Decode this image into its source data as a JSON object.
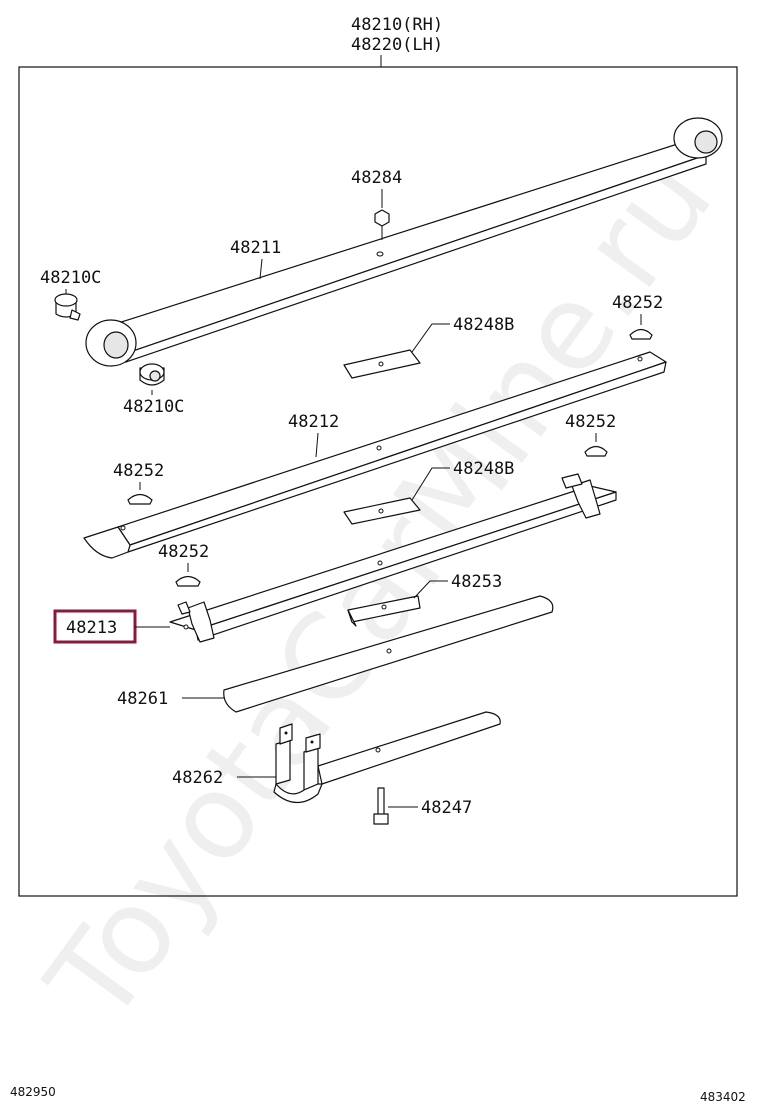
{
  "title": {
    "line1": "48210(RH)",
    "line2": "48220(LH)"
  },
  "parts": {
    "nut_top": "48284",
    "leaf_main": "48211",
    "bushing_left_top": "48210C",
    "bushing_left_bottom": "48210C",
    "pad_upper": "48248B",
    "cap_right_upper": "48252",
    "leaf_second": "48212",
    "cap_right_lower": "48252",
    "cap_left_upper": "48252",
    "pad_lower": "48248B",
    "cap_left_lower": "48252",
    "spacer": "48253",
    "leaf_third": "48213",
    "leaf_fourth": "48261",
    "leaf_fifth": "48262",
    "bolt": "48247"
  },
  "highlight": {
    "part": "48213",
    "color": "#8b1a3a"
  },
  "footer": {
    "left_code": "482950",
    "right_code": "483402"
  },
  "watermark": "ToyotaCarMine.ru"
}
